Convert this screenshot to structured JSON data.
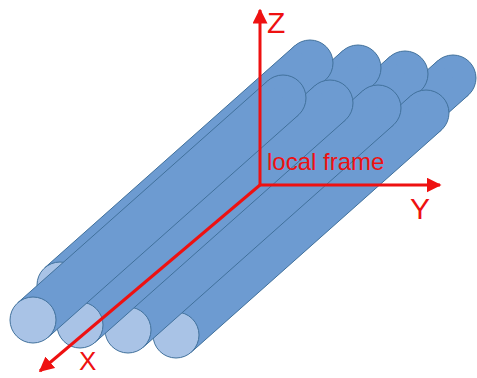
{
  "diagram": {
    "labels": [
      "Z",
      "Y",
      "X",
      "local frame"
    ]
  }
}
